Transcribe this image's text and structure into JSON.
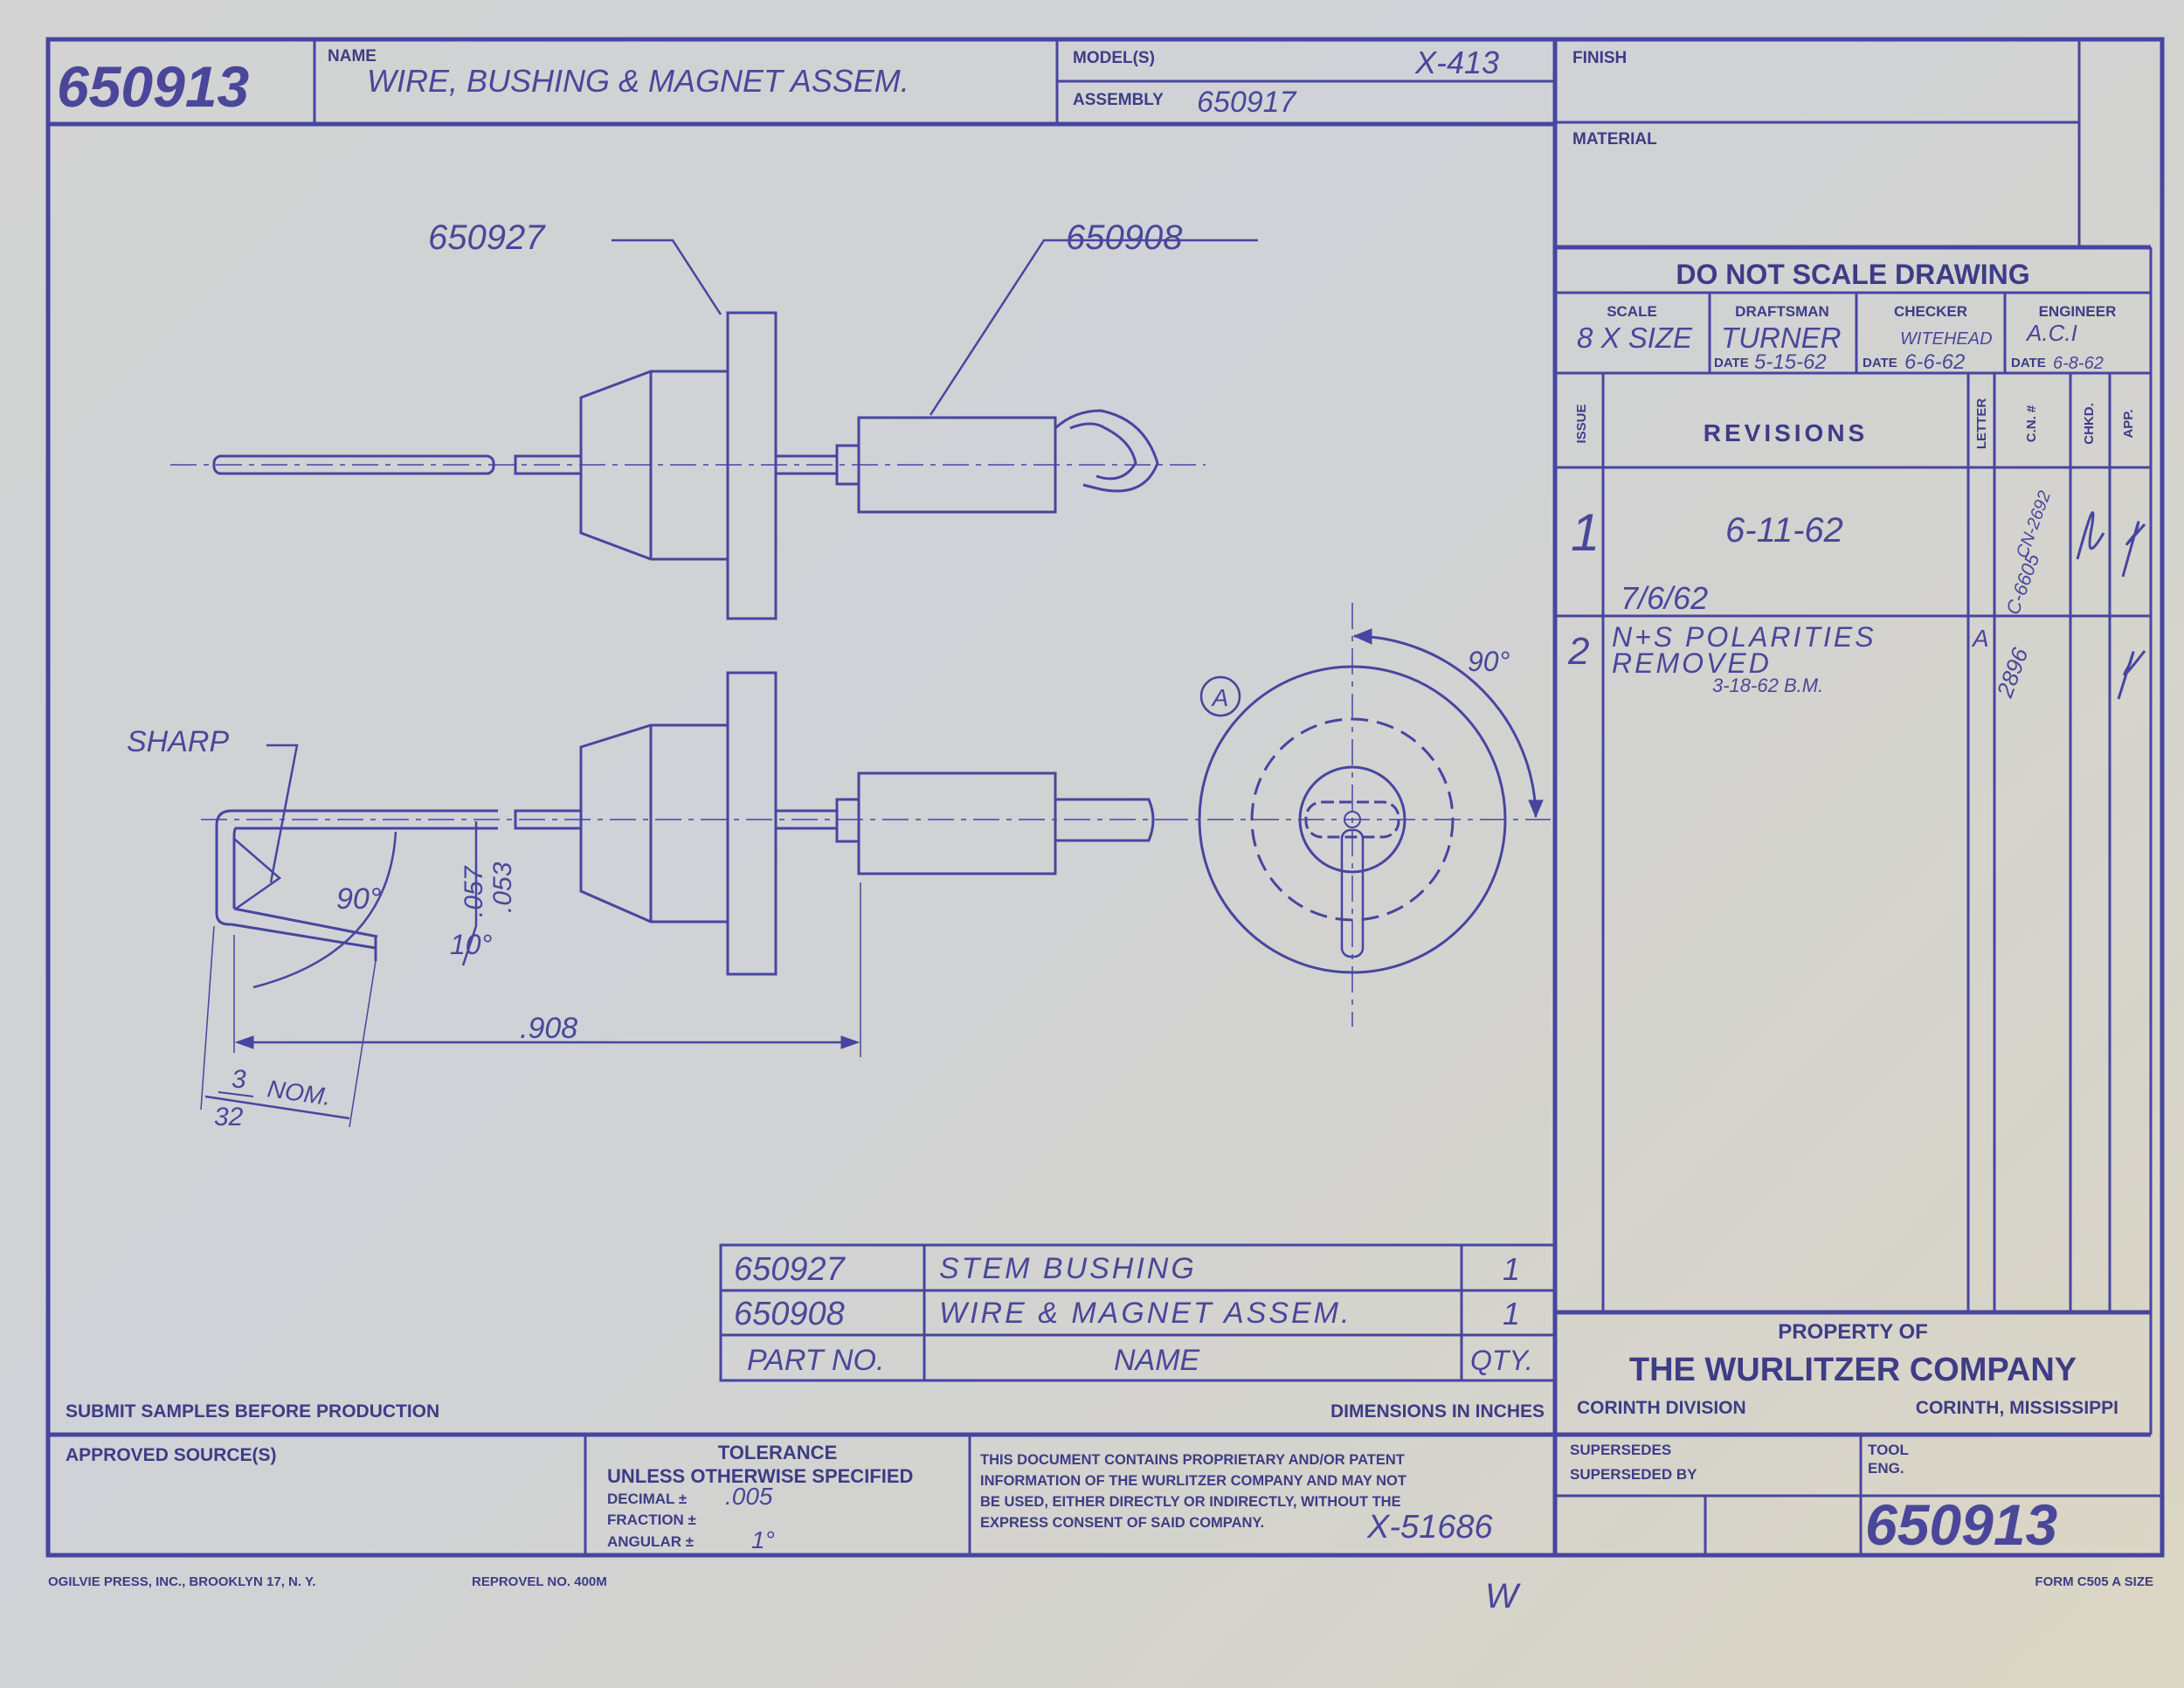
{
  "title_block": {
    "drawing_no": "650913",
    "name_label": "NAME",
    "name_value": "WIRE, BUSHING & MAGNET ASSEM.",
    "models_label": "MODEL(S)",
    "models_value": "X-413",
    "assembly_label": "ASSEMBLY",
    "assembly_value": "650917",
    "finish_label": "FINISH",
    "material_label": "MATERIAL",
    "scale_note": "DO NOT SCALE DRAWING",
    "scale_label": "SCALE",
    "scale_value": "8 X SIZE",
    "draftsman_label": "DRAFTSMAN",
    "draftsman_value": "TURNER",
    "draftsman_date": "5-15-62",
    "checker_label": "CHECKER",
    "checker_value": "WITEHEAD",
    "checker_date": "6-6-62",
    "engineer_label": "ENGINEER",
    "engineer_value": "A.C.I",
    "engineer_date": "6-8-62",
    "date_label": "DATE"
  },
  "revisions": {
    "issue_label": "ISSUE",
    "header": "REVISIONS",
    "letter_label": "LETTER",
    "cn_label": "C.N. #",
    "chkd_label": "CHKD.",
    "app_label": "APP.",
    "rows": [
      {
        "issue": "1",
        "text": "6-11-62",
        "cn": "CN-2692",
        "letter": "C-6605"
      },
      {
        "issue": "2",
        "date": "7/6/62",
        "text_1": "N+S POLARITIES",
        "text_2": "REMOVED",
        "sig": "3-18-62 B.M.",
        "letter": "A",
        "cn": "2896"
      }
    ]
  },
  "property": {
    "label": "PROPERTY OF",
    "company": "THE WURLITZER COMPANY",
    "division": "CORINTH DIVISION",
    "location": "CORINTH, MISSISSIPPI"
  },
  "parts_list": {
    "rows": [
      {
        "part": "650927",
        "name": "STEM BUSHING",
        "qty": "1"
      },
      {
        "part": "650908",
        "name": "WIRE & MAGNET ASSEM.",
        "qty": "1"
      }
    ],
    "header": {
      "part": "PART NO.",
      "name": "NAME",
      "qty": "QTY."
    }
  },
  "drawing": {
    "callout_1": "650927",
    "callout_2": "650908",
    "sharp": "SHARP",
    "angle_90a": "90°",
    "angle_90b": "90°",
    "angle_10": "10°",
    "dim_057": ".057",
    "dim_053": ".053",
    "dim_908": ".908",
    "nom_num": "3",
    "nom_den": "32",
    "nom_label": "NOM.",
    "view_a": "A"
  },
  "footer": {
    "submit_samples": "SUBMIT SAMPLES BEFORE PRODUCTION",
    "dimensions": "DIMENSIONS IN INCHES",
    "approved_sources": "APPROVED SOURCE(S)",
    "tolerance_label": "TOLERANCE",
    "tolerance_sub": "UNLESS OTHERWISE SPECIFIED",
    "decimal_label": "DECIMAL ±",
    "decimal_value": ".005",
    "fraction_label": "FRACTION ±",
    "angular_label": "ANGULAR ±",
    "angular_value": "1°",
    "proprietary_1": "THIS DOCUMENT CONTAINS PROPRIETARY AND/OR PATENT",
    "proprietary_2": "INFORMATION OF THE WURLITZER COMPANY AND MAY NOT",
    "proprietary_3": "BE USED, EITHER DIRECTLY OR INDIRECTLY, WITHOUT THE",
    "proprietary_4": "EXPRESS CONSENT OF SAID COMPANY.",
    "proprietary_ref": "X-51686",
    "supersedes": "SUPERSEDES",
    "superseded_by": "SUPERSEDED BY",
    "tool_label": "TOOL",
    "eng_label": "ENG.",
    "bottom_drawing_no": "650913",
    "printer": "OGILVIE PRESS, INC., BROOKLYN 17, N. Y.",
    "reprovel": "REPROVEL NO. 400M",
    "form": "FORM C505 A SIZE",
    "initials": "W"
  }
}
